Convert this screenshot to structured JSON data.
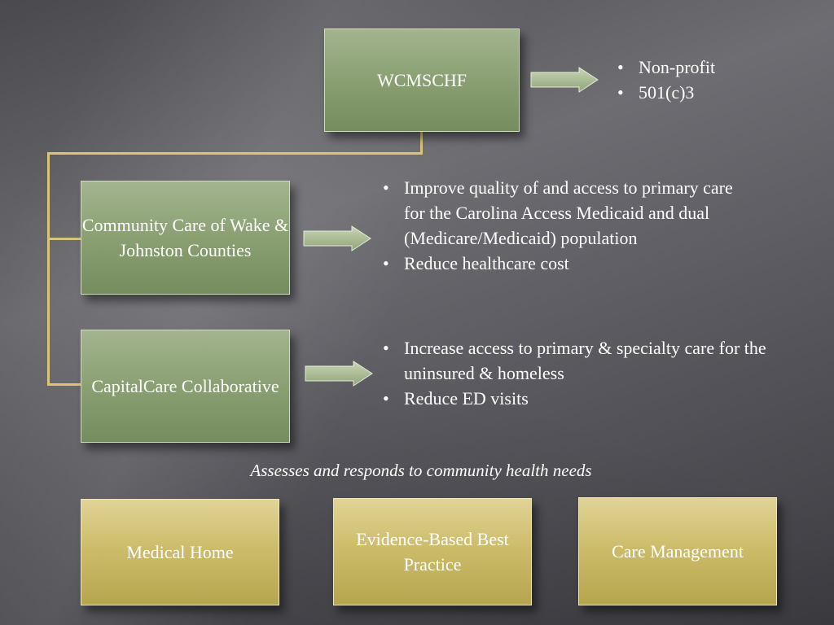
{
  "orgs": {
    "parent": {
      "label": "WCMSCHF",
      "bullets": [
        "Non-profit",
        "501(c)3"
      ]
    },
    "ccwjc": {
      "label": "Community Care of Wake & Johnston Counties",
      "bullets": [
        "Improve quality of and access to primary care for the Carolina Access Medicaid and dual (Medicare/Medicaid) population",
        "Reduce healthcare cost"
      ]
    },
    "capitalcare": {
      "label": "CapitalCare Collaborative",
      "bullets": [
        "Increase access to primary & specialty care for the uninsured & homeless",
        "Reduce ED visits"
      ]
    }
  },
  "tagline": "Assesses and responds to community health needs",
  "pillars": [
    "Medical Home",
    "Evidence-Based Best Practice",
    "Care Management"
  ]
}
